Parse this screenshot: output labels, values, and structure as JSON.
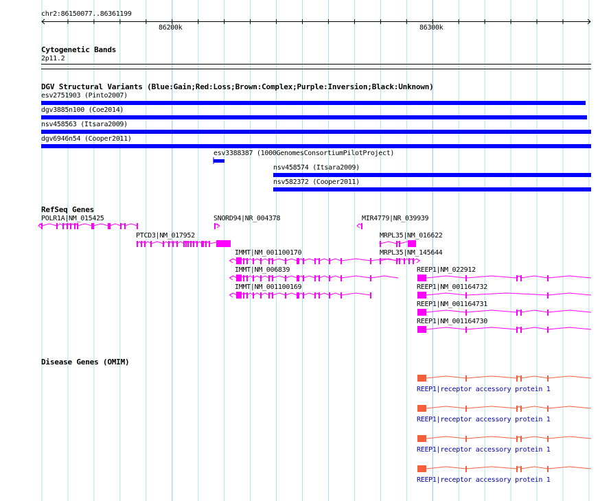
{
  "ruler": {
    "location": "chr2:86150077..86361199",
    "ticks": [
      "86200k",
      "86300k"
    ]
  },
  "cytobands": {
    "title": "Cytogenetic Bands",
    "band": "2p11.2"
  },
  "dgv": {
    "title": "DGV Structural Variants (Blue:Gain;Red:Loss;Brown:Complex;Purple:Inversion;Black:Unknown)",
    "items": [
      "esv2751903 (Pinto2007)",
      "dgv3885n100 (Coe2014)",
      "nsv458563 (Itsara2009)",
      "dgv6946n54 (Cooper2011)",
      "esv3388387 (1000GenomesConsortiumPilotProject)",
      "nsv458574 (Itsara2009)",
      "nsv582372 (Cooper2011)"
    ]
  },
  "refseq": {
    "title": "RefSeq Genes",
    "genes": [
      "POLR1A|NM_015425",
      "SNORD94|NR_004378",
      "MIR4779|NR_039939",
      "PTCD3|NM_017952",
      "MRPL35|NM_016622",
      "IMMT|NM_001100170",
      "MRPL35|NM_145644",
      "IMMT|NM_006839",
      "REEP1|NM_022912",
      "REEP1|NM_001164732",
      "IMMT|NM_001100169",
      "REEP1|NM_001164731",
      "REEP1|NM_001164730"
    ]
  },
  "disease": {
    "title": "Disease Genes (OMIM)",
    "items": [
      "REEP1|receptor accessory protein 1",
      "REEP1|receptor accessory protein 1",
      "REEP1|receptor accessory protein 1",
      "REEP1|receptor accessory protein 1"
    ]
  },
  "colors": {
    "gain": "#0000ff",
    "gene": "#ff00ff",
    "disease": "#f4603c",
    "grid": "#a8e4ec",
    "grid_major": "#8cc4e4",
    "disease_text": "#0000aa"
  }
}
